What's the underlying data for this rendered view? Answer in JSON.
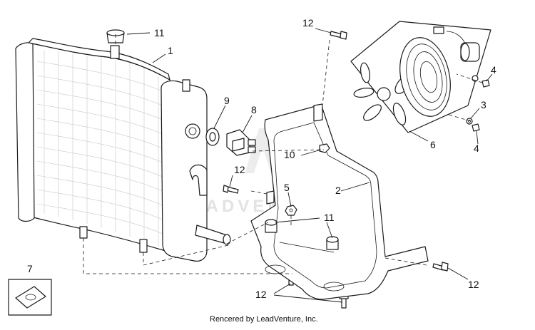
{
  "diagram": {
    "callouts": {
      "c1": "1",
      "c2": "2",
      "c3": "3",
      "c4a": "4",
      "c4b": "4",
      "c5": "5",
      "c6": "6",
      "c7": "7",
      "c8": "8",
      "c9": "9",
      "c10": "10",
      "c11a": "11",
      "c11b": "11",
      "c12a": "12",
      "c12b": "12",
      "c12c": "12",
      "c12d": "12"
    },
    "watermark": "LEADVENTURE",
    "credit": "Rencered by LeadVenture, Inc."
  },
  "colors": {
    "line": "#1a1a1a",
    "watermark": "#e3e3e3",
    "fin": "#c8c8c8"
  }
}
